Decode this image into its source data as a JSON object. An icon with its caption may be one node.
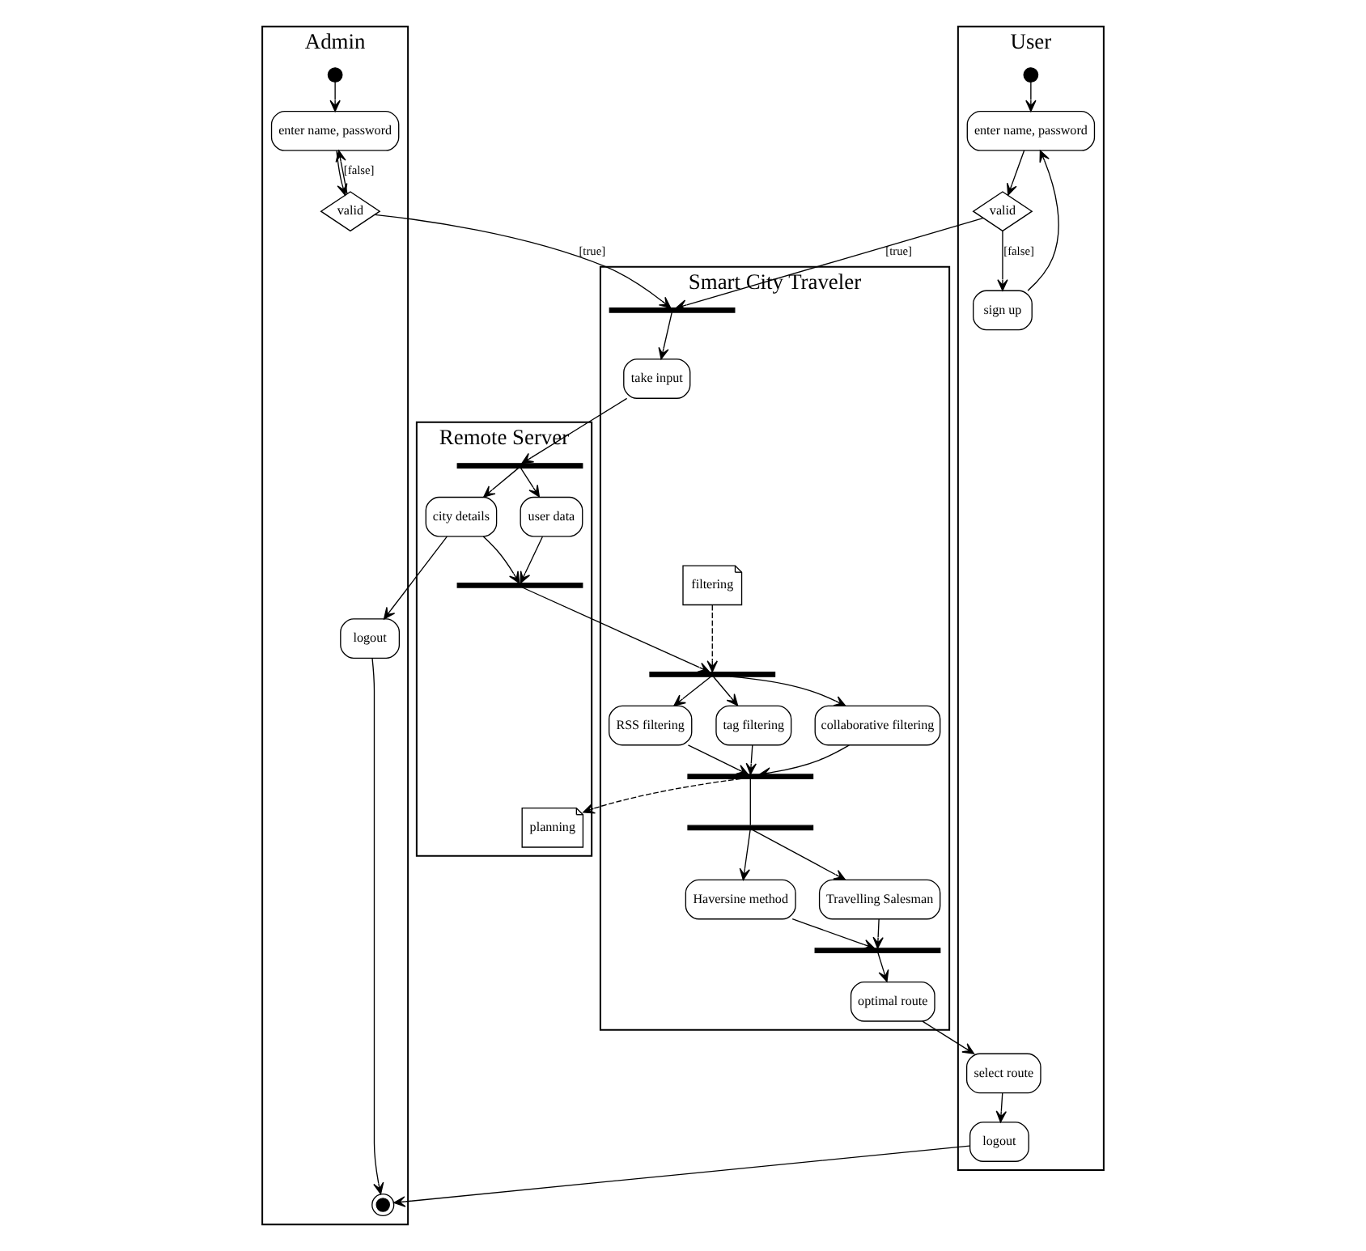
{
  "diagram": {
    "nodes": [
      {
        "text": [
          "Admin"
        ]
      },
      {
        "text": [
          "User"
        ]
      },
      {
        "text": [
          "Smart City Traveler"
        ]
      },
      {
        "text": [
          "Remote Server"
        ]
      },
      {
        "text": [],
        "shape": "circle",
        "in": 0
      },
      {
        "text": [
          "enter name, password"
        ],
        "in": 0
      },
      {
        "text": [
          "valid"
        ],
        "in": 0
      },
      {
        "text": [],
        "shape": "circle",
        "in": 0
      },
      {
        "text": [
          "logout"
        ],
        "in": 0
      },
      {
        "text": [],
        "shape": "circle",
        "in": 1
      },
      {
        "text": [
          "enter name, password"
        ],
        "in": 1
      },
      {
        "text": [
          "valid"
        ],
        "in": 1
      },
      {
        "text": [
          "sign up"
        ],
        "in": 1
      },
      {
        "text": [
          "select route"
        ],
        "in": 1
      },
      {
        "text": [
          "logout"
        ],
        "in": 1
      },
      {
        "text": [],
        "shape": "bar",
        "in": 2
      },
      {
        "text": [
          "take input"
        ],
        "in": 2
      },
      {
        "text": [
          "filtering"
        ],
        "in": 2
      },
      {
        "text": [],
        "shape": "bar",
        "in": 2
      },
      {
        "text": [
          "RSS filtering"
        ],
        "in": 2
      },
      {
        "text": [
          "tag filtering"
        ],
        "in": 2
      },
      {
        "text": [
          "collaborative filtering"
        ],
        "in": 2
      },
      {
        "text": [],
        "shape": "bar",
        "in": 2
      },
      {
        "text": [],
        "shape": "bar",
        "in": 2
      },
      {
        "text": [
          "Haversine method"
        ],
        "in": 2
      },
      {
        "text": [
          "Travelling Salesman"
        ],
        "in": 2
      },
      {
        "text": [],
        "shape": "bar",
        "in": 2
      },
      {
        "text": [
          "optimal route"
        ],
        "in": 2
      },
      {
        "text": [
          "planning"
        ],
        "in": 3
      },
      {
        "text": [],
        "shape": "bar",
        "in": 3
      },
      {
        "text": [
          "user data"
        ],
        "in": 3
      },
      {
        "text": [
          "city details"
        ],
        "in": 3
      },
      {
        "text": [],
        "shape": "bar",
        "in": 3
      }
    ],
    "edges": [
      {
        "from": 4,
        "to": 5,
        "arrow": "to"
      },
      {
        "from": 5,
        "to": 6,
        "arrow": "to"
      },
      {
        "from": 6,
        "to": 5,
        "arrow": "to",
        "label": "[false]"
      },
      {
        "from": 6,
        "to": 15,
        "arrow": "to",
        "label": "[true]"
      },
      {
        "from": 9,
        "to": 10,
        "arrow": "to"
      },
      {
        "from": 10,
        "to": 11,
        "arrow": "to"
      },
      {
        "from": 11,
        "to": 15,
        "arrow": "to",
        "label": "[true]"
      },
      {
        "from": 11,
        "to": 12,
        "arrow": "to",
        "label": "[false]"
      },
      {
        "from": 12,
        "to": 10,
        "arrow": "to"
      },
      {
        "from": 15,
        "to": 16,
        "arrow": "to"
      },
      {
        "from": 16,
        "to": 29,
        "arrow": "to"
      },
      {
        "from": 29,
        "to": 30,
        "arrow": "to"
      },
      {
        "from": 29,
        "to": 31,
        "arrow": "to"
      },
      {
        "from": 30,
        "to": 32,
        "arrow": "to"
      },
      {
        "from": 31,
        "to": 32,
        "arrow": "to"
      },
      {
        "from": 32,
        "to": 18,
        "arrow": "to"
      },
      {
        "from": 17,
        "to": 18,
        "arrow": "to",
        "style": "dashed"
      },
      {
        "from": 18,
        "to": 19,
        "arrow": "to"
      },
      {
        "from": 18,
        "to": 20,
        "arrow": "to"
      },
      {
        "from": 18,
        "to": 21,
        "arrow": "to"
      },
      {
        "from": 19,
        "to": 22,
        "arrow": "to"
      },
      {
        "from": 20,
        "to": 22,
        "arrow": "to"
      },
      {
        "from": 21,
        "to": 22,
        "arrow": "to"
      },
      {
        "from": 22,
        "to": 28,
        "arrow": "to",
        "style": "dashed"
      },
      {
        "from": 22,
        "to": 23,
        "arrow": "none"
      },
      {
        "from": 23,
        "to": 24,
        "arrow": "to"
      },
      {
        "from": 23,
        "to": 25,
        "arrow": "to"
      },
      {
        "from": 24,
        "to": 26,
        "arrow": "to"
      },
      {
        "from": 25,
        "to": 26,
        "arrow": "to"
      },
      {
        "from": 26,
        "to": 27,
        "arrow": "to"
      },
      {
        "from": 27,
        "to": 13,
        "arrow": "to"
      },
      {
        "from": 13,
        "to": 14,
        "arrow": "to"
      },
      {
        "from": 14,
        "to": 7,
        "arrow": "to"
      },
      {
        "from": 8,
        "to": 7,
        "arrow": "to"
      },
      {
        "from": 31,
        "to": 8,
        "arrow": "to"
      }
    ]
  }
}
